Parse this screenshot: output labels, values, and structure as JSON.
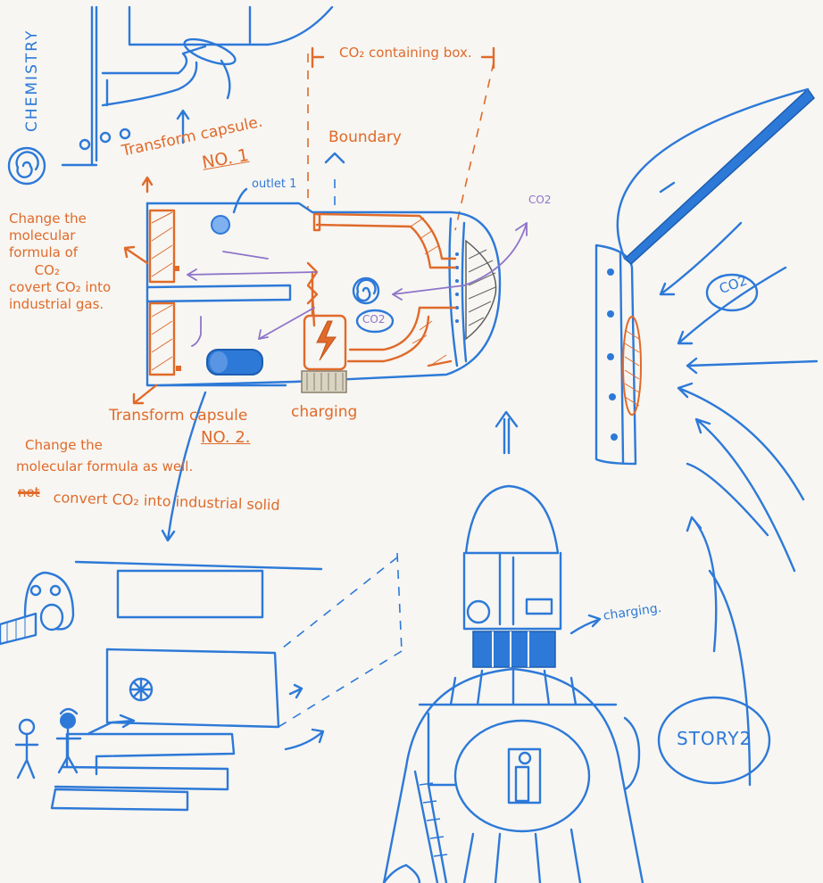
{
  "colors": {
    "paper": "#f7f6f2",
    "blue_ink": "#2d79d8",
    "orange_ink": "#e06a2a",
    "purple_ink": "#8f74c9"
  },
  "labels": {
    "chemistry": "CHEMISTRY",
    "co2_containing_box": "CO₂ containing box.",
    "boundary": "Boundary",
    "transform_capsule_1": "Transform capsule.",
    "no_1": "NO. 1",
    "outlet_1": "outlet 1",
    "co2_small": "CO2",
    "co2_center": "CO2",
    "co2_right": "CO2",
    "change_note_1": "Change the\nmolecular\nformula of\n      CO₂\ncovert CO₂ into\nindustrial gas.",
    "transform_capsule_2": "Transform capsule",
    "no_2": "NO. 2.",
    "charging_lower": "charging",
    "change_note_2a": "Change the",
    "change_note_2b": "molecular formula as well.",
    "change_note_2c_struck": "not",
    "change_note_2c": "convert CO₂ into industrial solid",
    "charging_right": "charging.",
    "story": "STORY2"
  },
  "icons": [
    "spiral-wheel-icon",
    "lightning-bolt-icon",
    "up-arrow-icon",
    "co2-swirl-icon"
  ]
}
